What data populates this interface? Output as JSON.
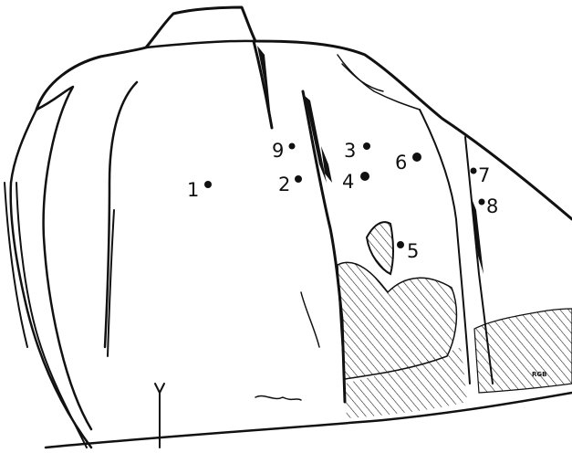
{
  "figure": {
    "markers": [
      {
        "label": "1"
      },
      {
        "label": "2"
      },
      {
        "label": "3"
      },
      {
        "label": "4"
      },
      {
        "label": "5"
      },
      {
        "label": "6"
      },
      {
        "label": "7"
      },
      {
        "label": "8"
      },
      {
        "label": "9"
      }
    ],
    "signature": "RGB"
  }
}
